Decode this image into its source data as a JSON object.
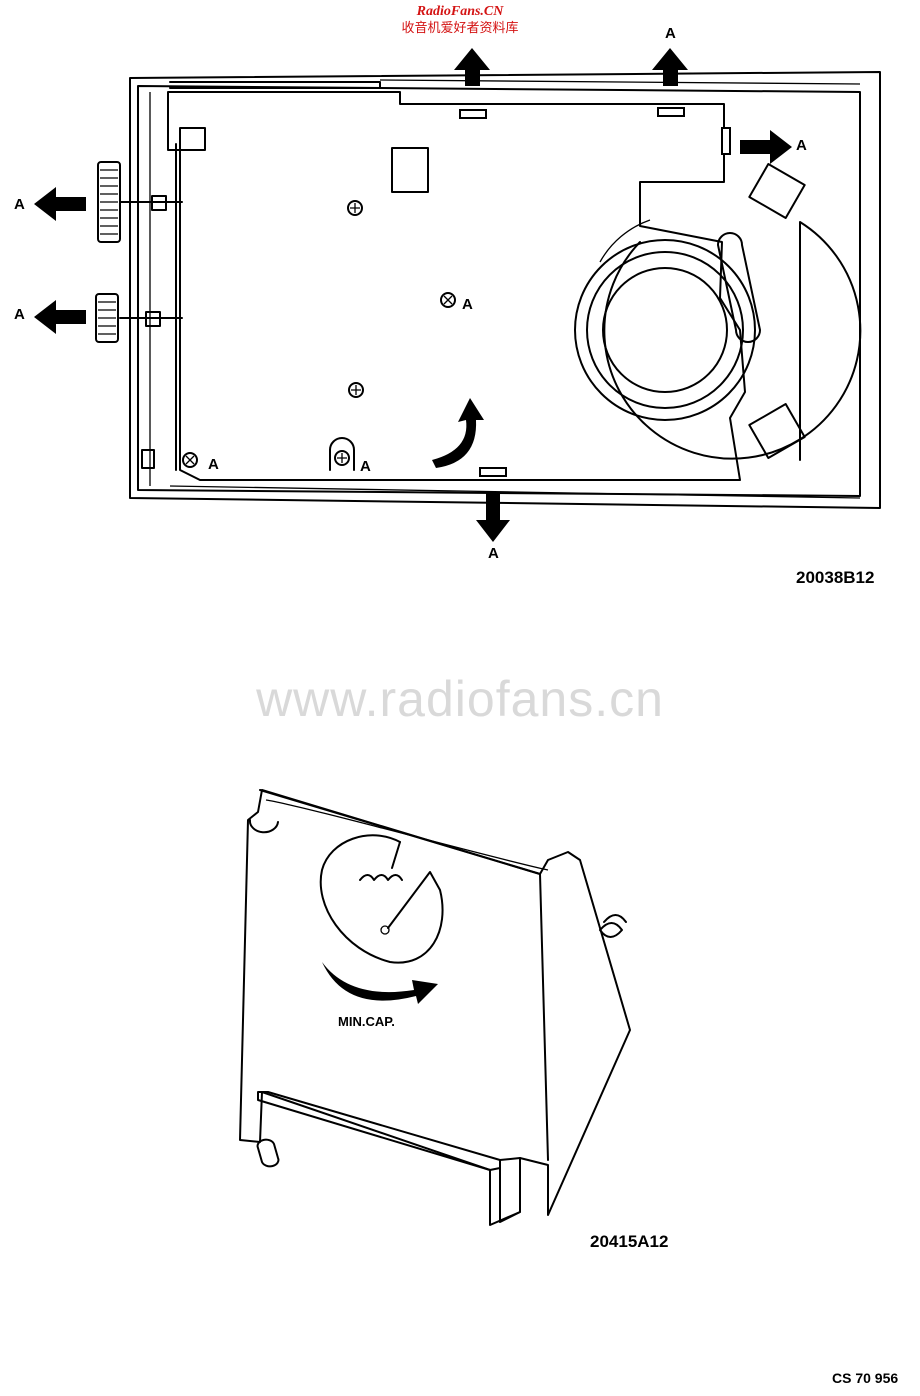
{
  "header": {
    "site_name": "RadioFans.CN",
    "site_subtitle": "收音机爱好者资料库"
  },
  "watermark": "www.radiofans.cn",
  "figure1": {
    "code": "20038B12",
    "callout_label": "A"
  },
  "figure2": {
    "code": "20415A12",
    "min_cap_label": "MIN.CAP."
  },
  "doc_ref": "CS 70 956",
  "colors": {
    "header_red": "#d41414",
    "ink": "#000000",
    "watermark_grey": "#d9d9d9"
  }
}
